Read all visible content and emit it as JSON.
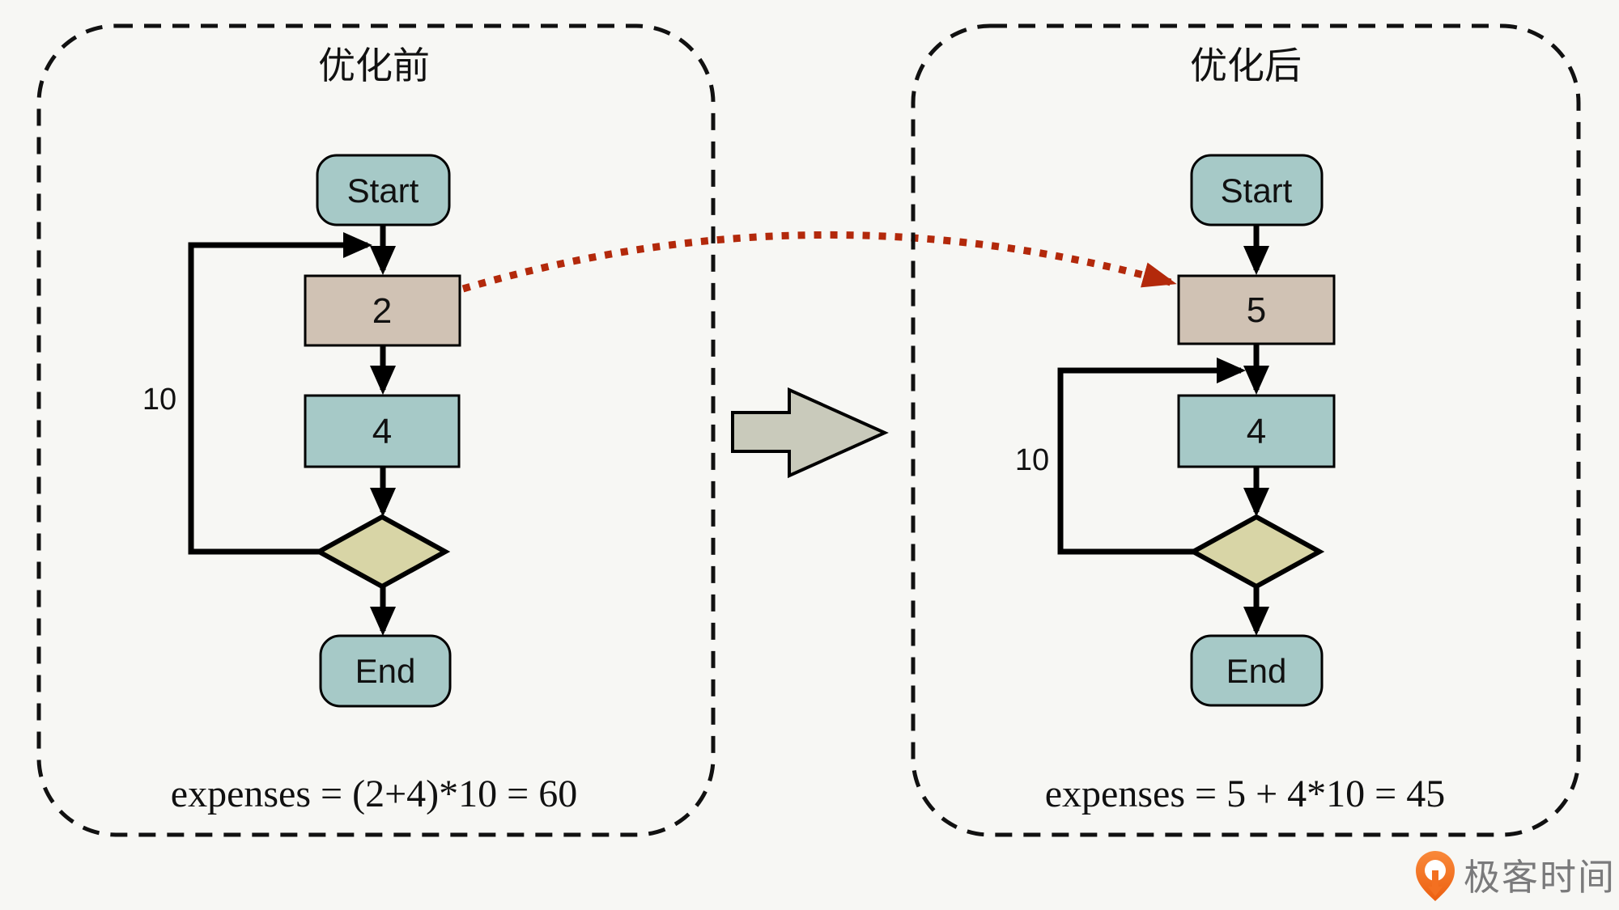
{
  "colors": {
    "background": "#f7f7f4",
    "node_teal": "#a6c9c7",
    "node_tan": "#d0c2b4",
    "diamond_khaki": "#d8d5a6",
    "big_arrow_gray": "#c9cabb",
    "outline_black": "#000000",
    "highlight_red": "#b3290b",
    "logo_orange": "#f37021",
    "logo_text_gray": "#7a7a7b"
  },
  "left_panel": {
    "title": "优化前",
    "start_label": "Start",
    "outer_cost": "2",
    "inner_cost": "4",
    "end_label": "End",
    "loop_count": "10",
    "formula": "expenses = (2+4)*10 = 60"
  },
  "right_panel": {
    "title": "优化后",
    "start_label": "Start",
    "outer_cost": "5",
    "inner_cost": "4",
    "end_label": "End",
    "loop_count": "10",
    "formula": "expenses = 5 + 4*10 = 45"
  },
  "branding": {
    "logo_text": "极客时间"
  }
}
